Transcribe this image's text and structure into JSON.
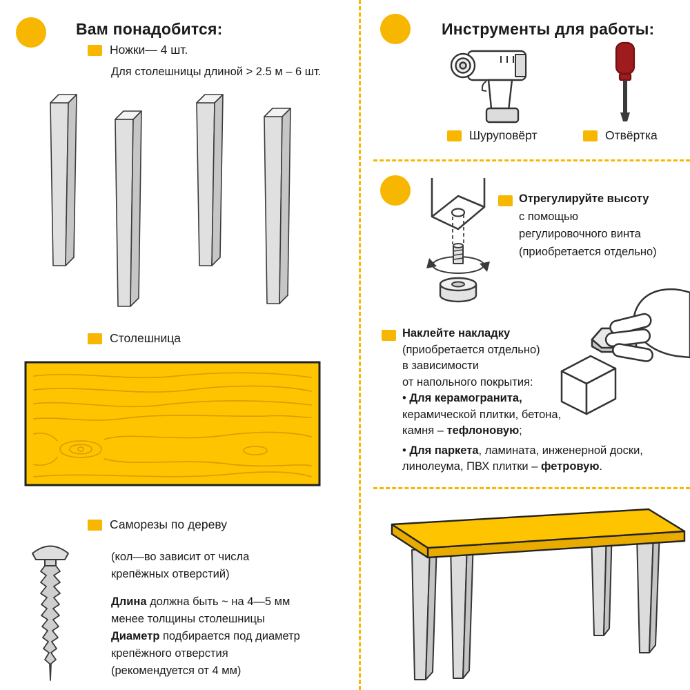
{
  "colors": {
    "accent": "#F7B600",
    "tabletop": "#FFC400",
    "edge": "#E8AC00",
    "grain": "#DB9E00",
    "tool-red": "#9E1B1E",
    "ink": "#1A1A1A"
  },
  "left": {
    "heading": "Вам понадобится:",
    "legs": {
      "label": "Ножки— 4 шт.",
      "note": "Для столешницы длиной > 2.5 м – 6 шт."
    },
    "tabletop": {
      "label": "Столешница"
    },
    "screws": {
      "label": "Саморезы по дереву",
      "note_l1": "(кол—во зависит от числа",
      "note_l2": "крепёжных отверстий)",
      "spec_l1_b": "Длина",
      "spec_l1_r": " должна быть ~ на 4—5 мм",
      "spec_l2": "менее толщины столешницы",
      "spec_l3_b": "Диаметр",
      "spec_l3_r": " подбирается под диаметр",
      "spec_l4": "крепёжного отверстия",
      "spec_l5": "(рекомендуется от 4 мм)"
    }
  },
  "right": {
    "heading": "Инструменты для работы:",
    "tools": {
      "drill_label": "Шуруповёрт",
      "screwdriver_label": "Отвёртка"
    },
    "adjust": {
      "l1": "Отрегулируйте высоту",
      "l2": "с помощью",
      "l3": "регулировочного винта",
      "l4": "(приобретается отдельно)"
    },
    "pad": {
      "l1": "Наклейте накладку",
      "l2": "(приобретается отдельно)",
      "l3": "в зависимости",
      "l4": "от напольного покрытия:",
      "l5_pre": "• ",
      "l5_b": "Для керамогранита,",
      "l6": "керамической плитки, бетона,",
      "l7_pre": "камня – ",
      "l7_b": "тефлоновую",
      "l7_post": ";",
      "l8_pre": "• ",
      "l8_b": "Для паркета",
      "l8_post": ", ламината, инженерной доски,",
      "l9_pre": "линолеума, ПВХ плитки – ",
      "l9_b": "фетровую",
      "l9_post": "."
    }
  },
  "illustrations": {
    "legs": "four-table-legs",
    "tabletop": "yellow-wood-tabletop",
    "screw": "wood-screw",
    "drill": "cordless-drill",
    "screwdriver": "screwdriver",
    "adjust": "leg-height-adjustment-foot",
    "pad": "hand-applying-pad",
    "table": "assembled-table"
  }
}
